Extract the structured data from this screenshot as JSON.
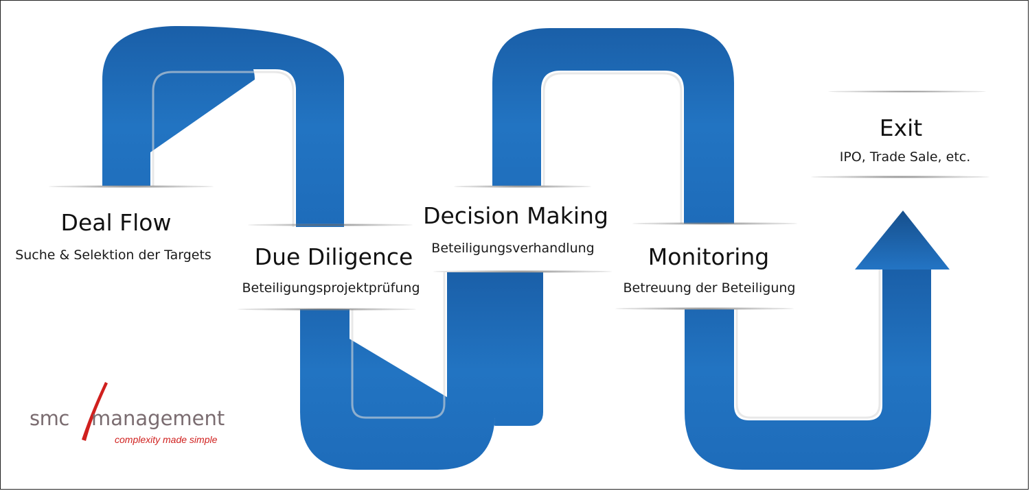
{
  "stages": {
    "deal_flow": {
      "title": "Deal Flow",
      "subtitle": "Suche & Selektion der Targets"
    },
    "due_diligence": {
      "title": "Due Diligence",
      "subtitle": "Beteiligungsprojektprüfung"
    },
    "decision_making": {
      "title": "Decision Making",
      "subtitle": "Beteiligungsverhandlung"
    },
    "monitoring": {
      "title": "Monitoring",
      "subtitle": "Betreuung der Beteiligung"
    },
    "exit": {
      "title": "Exit",
      "subtitle": "IPO, Trade Sale, etc."
    }
  },
  "logo": {
    "name_left": "smc",
    "name_right": "management",
    "tagline": "complexity made simple"
  },
  "colors": {
    "ribbon": "#1f6cb8",
    "ribbon_dark": "#175a9e",
    "logo_text": "#7a6c70",
    "logo_accent": "#d0201e"
  }
}
